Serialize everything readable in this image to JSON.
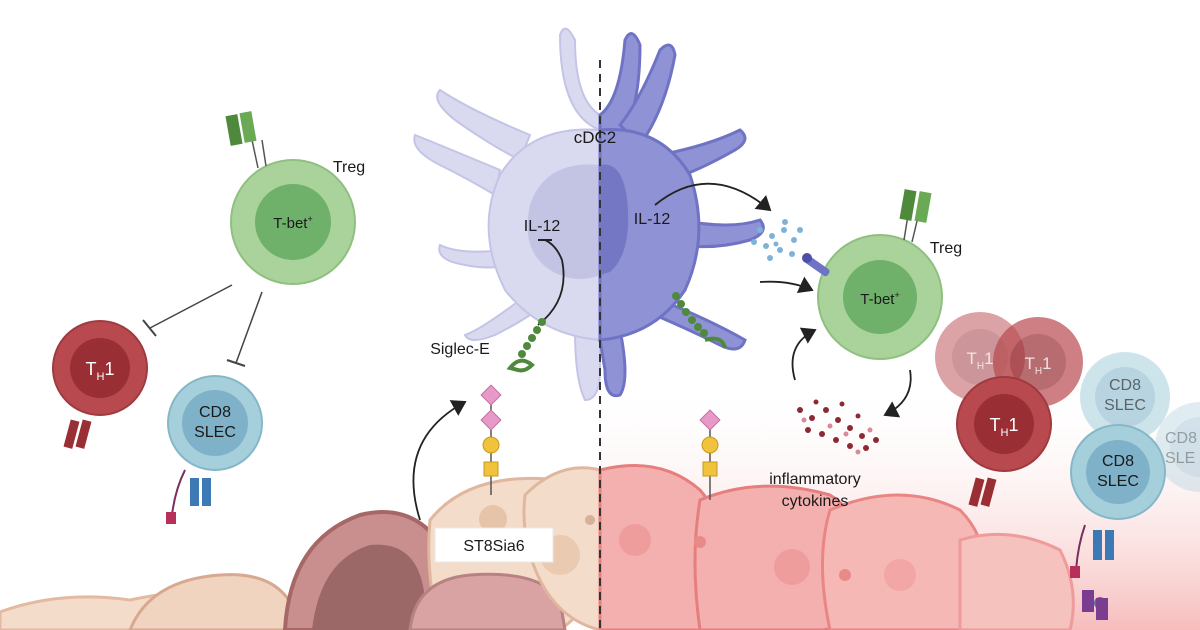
{
  "labels": {
    "cdc2": "cDC2",
    "il12_left": "IL-12",
    "il12_right": "IL-12",
    "siglec_e": "Siglec-E",
    "st8sia6": "ST8Sia6",
    "inflammatory_line1": "inflammatory",
    "inflammatory_line2": "cytokines",
    "treg_left": "Treg",
    "treg_right": "Treg",
    "tbet_left_base": "T-bet",
    "tbet_left_sup": "+",
    "tbet_right_base": "T-bet",
    "tbet_right_sup": "+",
    "th1_main": "T",
    "th1_sub": "H",
    "th1_num": "1",
    "cd8_line1": "CD8",
    "cd8_line2": "SLEC",
    "cd8_partial_line1": "CD8",
    "cd8_partial_line2": "SLE"
  },
  "colors": {
    "treg_outer": "#a9d39b",
    "treg_inner": "#6fb06a",
    "th1_outer": "#b84a4f",
    "th1_inner": "#9a2e35",
    "cd8_outer": "#a6cfdc",
    "cd8_inner": "#6fa6c0",
    "dc_resting": "#d9d9f0",
    "dc_activated": "#8f92d4",
    "tissue_healthy": "#f3dcc9",
    "tissue_inflamed": "#f2a6a6",
    "siglec": "#4f8a3c",
    "glycan_pink": "#e79ac7",
    "glycan_yellow": "#f1c23c"
  }
}
